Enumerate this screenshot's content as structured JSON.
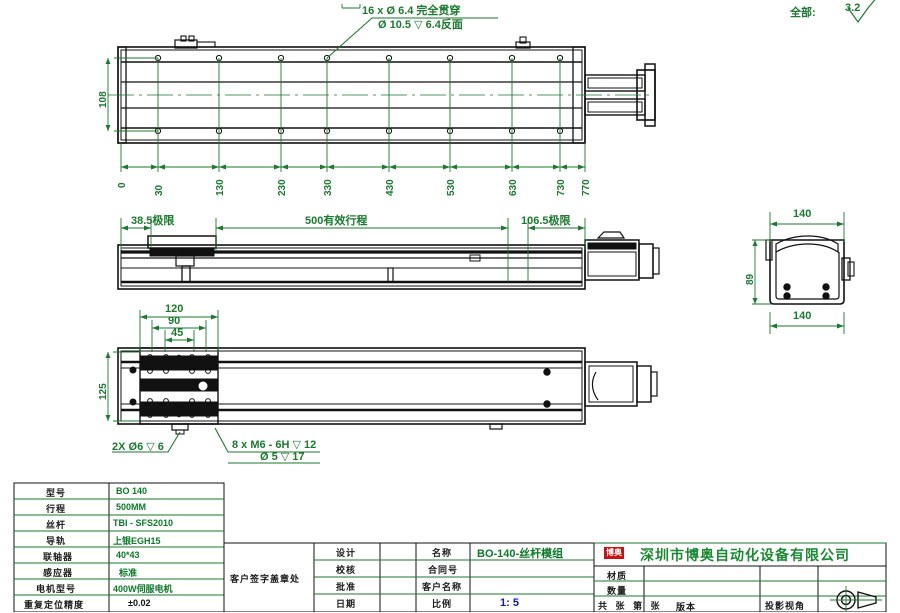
{
  "drawing": {
    "title": "BO-140-丝杆模组",
    "notes": {
      "hole_callout_line1": "16 x Ø 6.4 完全贯穿",
      "hole_callout_line2": "Ø 10.5 ▽ 6.4反面",
      "surface_finish_label": "全部:",
      "surface_finish_value": "3.2",
      "thread_callout_line1": "8 x M6 - 6H ▽ 12",
      "thread_callout_line2": "Ø 5 ▽ 17",
      "dowel_callout": "2X Ø6 ▽ 6"
    },
    "top_view": {
      "height_dim": "108",
      "chain": [
        "0",
        "30",
        "130",
        "230",
        "330",
        "430",
        "530",
        "630",
        "730",
        "770"
      ]
    },
    "front_view": {
      "left_limit": "38.5极限",
      "stroke": "500有效行程",
      "right_limit": "106.5极限"
    },
    "bottom_view": {
      "width_dim": "125",
      "nested": [
        "120",
        "90",
        "45"
      ]
    },
    "section_view": {
      "top_width": "140",
      "height": "89",
      "bottom_width": "140"
    }
  },
  "spec_table": {
    "rows": [
      {
        "label": "型号",
        "value": "BO 140"
      },
      {
        "label": "行程",
        "value": "500MM"
      },
      {
        "label": "丝杆",
        "value": "TBI - SFS2010"
      },
      {
        "label": "导轨",
        "value": "上银EGH15"
      },
      {
        "label": "联轴器",
        "value": "40*43"
      },
      {
        "label": "感应器",
        "value": "标准"
      },
      {
        "label": "电机型号",
        "value": "400W伺服电机"
      },
      {
        "label": "重复定位精度",
        "value": "±0.02"
      }
    ]
  },
  "signature_block": {
    "label": "客户签字盖章处"
  },
  "approval_table": {
    "rows": [
      {
        "label": "设计",
        "value": ""
      },
      {
        "label": "校核",
        "value": ""
      },
      {
        "label": "批准",
        "value": ""
      },
      {
        "label": "日期",
        "value": ""
      }
    ]
  },
  "info_table": {
    "rows": [
      {
        "label": "名称",
        "value": "BO-140-丝杆模组"
      },
      {
        "label": "合同号",
        "value": ""
      },
      {
        "label": "客户名称",
        "value": ""
      },
      {
        "label": "比例",
        "value": "1: 5"
      }
    ]
  },
  "company_block": {
    "logo_text": "博奥",
    "name": "深圳市博奥自动化设备有限公司",
    "rows": [
      {
        "label": "材质",
        "value": ""
      },
      {
        "label": "数量",
        "value": ""
      }
    ],
    "sheet_label": "共 张 第 张",
    "version_label": "版本",
    "projection_label": "投影视角"
  },
  "colors": {
    "dimension_green": "#1a7a2e",
    "outline_black": "#111111",
    "company_green": "#1a8a32",
    "scale_blue": "#1414cc",
    "logo_red": "#cc1111"
  }
}
